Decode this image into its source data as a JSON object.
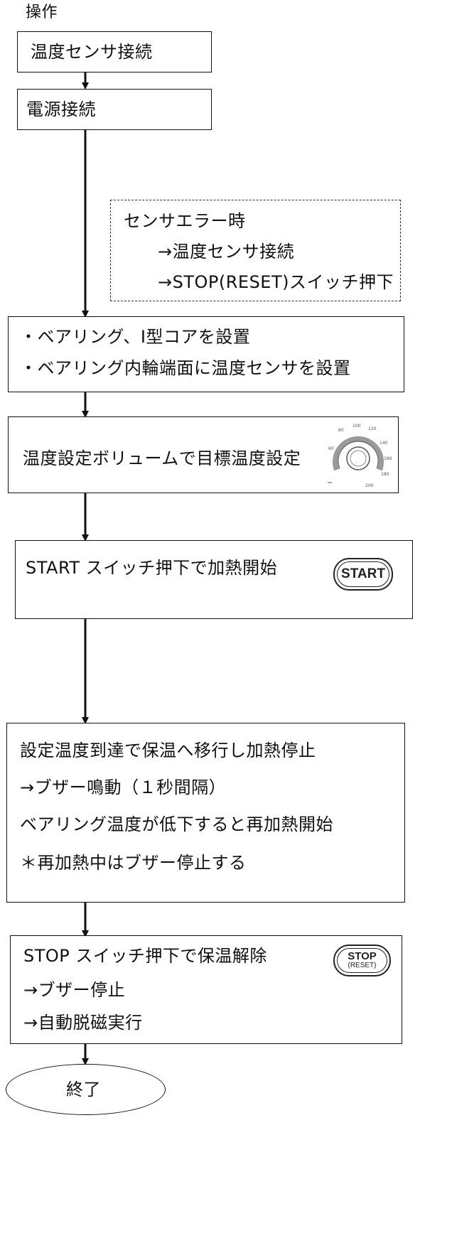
{
  "header": {
    "title": "操作"
  },
  "steps": {
    "s1": {
      "label": "温度センサ接続"
    },
    "s2": {
      "label": "電源接続"
    },
    "note": {
      "line1": "センサエラー時",
      "line2": "→温度センサ接続",
      "line3": "→STOP(RESET)スイッチ押下"
    },
    "s3": {
      "line1": "・ベアリング、I型コアを設置",
      "line2": "・ベアリング内輪端面に温度センサを設置"
    },
    "s4": {
      "label": "温度設定ボリュームで目標温度設定",
      "dial_ticks": [
        "60",
        "80",
        "100",
        "120",
        "140",
        "160",
        "180",
        "200"
      ]
    },
    "s5": {
      "label": "START スイッチ押下で加熱開始",
      "button": "START"
    },
    "s6": {
      "line1": "設定温度到達で保温へ移行し加熱停止",
      "line2": "→ブザー鳴動（１秒間隔）",
      "line3": "ベアリング温度が低下すると再加熱開始",
      "line4": "＊再加熱中はブザー停止する"
    },
    "s7": {
      "line1": "STOP スイッチ押下で保温解除",
      "line2": "→ブザー停止",
      "line3": "→自動脱磁実行",
      "button_top": "STOP",
      "button_bottom": "(RESET)"
    },
    "end": {
      "label": "終了"
    }
  },
  "colors": {
    "line": "#111111",
    "note_border": "#333333",
    "dial_mark": "#555555"
  }
}
